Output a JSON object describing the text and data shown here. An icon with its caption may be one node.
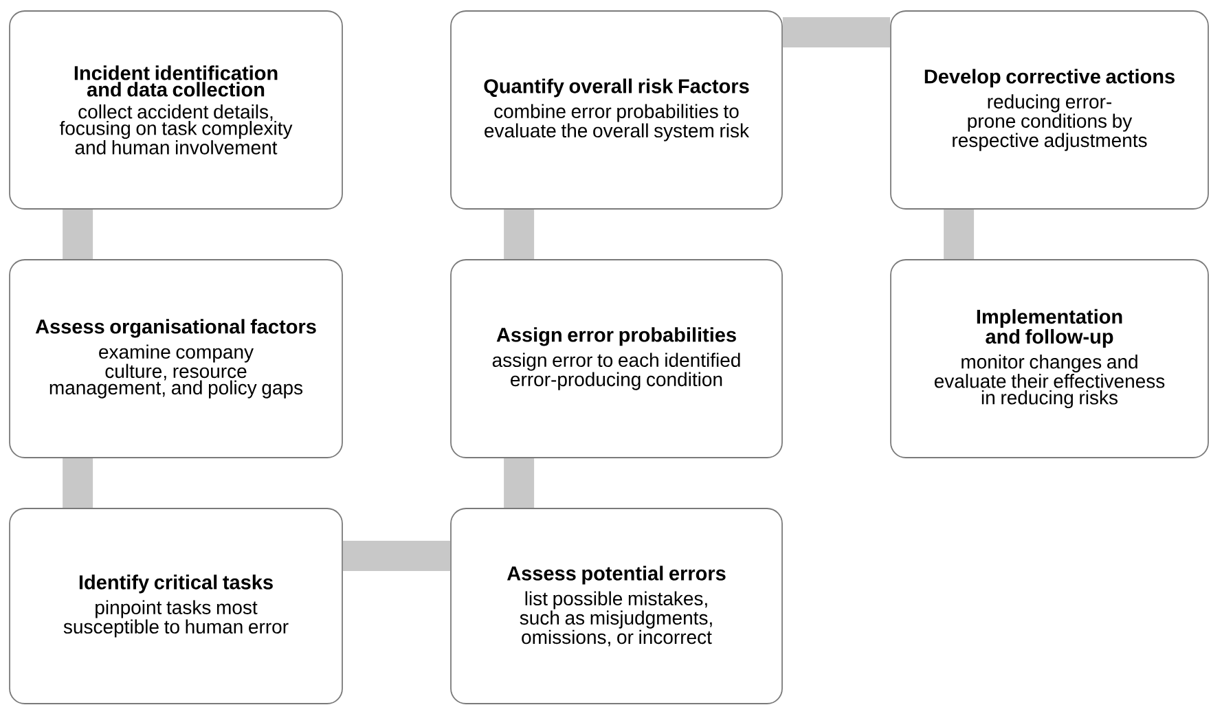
{
  "diagram": {
    "nodes": [
      {
        "text": [
          "Incident identification and data collection",
          "collect accident details, focusing on task complexity and human involvement"
        ]
      },
      {
        "text": [
          "Assess organisational factors",
          "examine company culture, resource management, and policy gaps"
        ]
      },
      {
        "text": [
          "Identify critical tasks",
          "pinpoint tasks most susceptible to human error"
        ]
      },
      {
        "text": [
          "Assess potential errors",
          "list possible mistakes, such as misjudgments, omissions, or incorrect"
        ]
      },
      {
        "text": [
          "Assign error probabilities",
          "assign error to each identified error-producing condition"
        ]
      },
      {
        "text": [
          "Quantify overall risk Factors",
          "combine error probabilities to evaluate the overall system risk"
        ]
      },
      {
        "text": [
          "Develop corrective actions",
          "reducing error-prone conditions by respective adjustments"
        ]
      },
      {
        "text": [
          "Implementation and follow-up",
          "monitor changes and evaluate their effectiveness in reducing risks"
        ]
      }
    ],
    "edges": [
      {
        "from": 0,
        "to": 1,
        "arrow": "none"
      },
      {
        "from": 1,
        "to": 2,
        "arrow": "none"
      },
      {
        "from": 2,
        "to": 3,
        "arrow": "none"
      },
      {
        "from": 3,
        "to": 4,
        "arrow": "none"
      },
      {
        "from": 4,
        "to": 5,
        "arrow": "none"
      },
      {
        "from": 5,
        "to": 6,
        "arrow": "none"
      },
      {
        "from": 6,
        "to": 7,
        "arrow": "none"
      }
    ]
  }
}
